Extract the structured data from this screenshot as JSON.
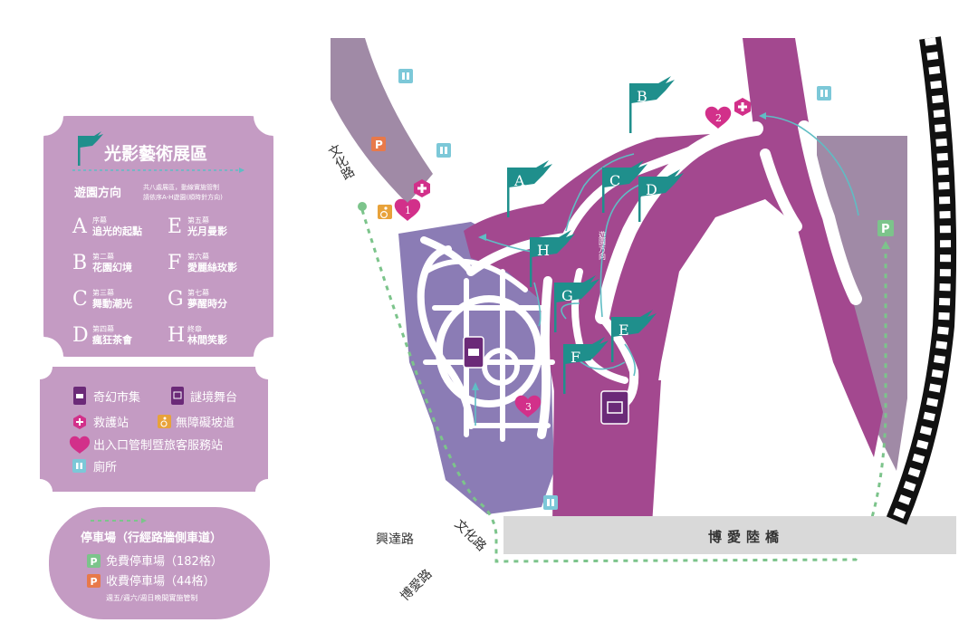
{
  "colors": {
    "legend_bg": "#c49bc3",
    "park_magenta": "#a3488f",
    "park_violet": "#8b7cb5",
    "park_grey": "#a08aa6",
    "path": "#ffffff",
    "route": "#5fbdc4",
    "flag": "#1f8f8c",
    "marker_pink": "#d2308a",
    "market_purple": "#6b2a78",
    "parking_green": "#7cc48b",
    "parking_orange": "#e8794a",
    "accessible_orange": "#e8a23a",
    "toilet_blue": "#7cc8d8",
    "bridge_grey": "#d9d9d9",
    "rail": "#111111"
  },
  "legend": {
    "title": "光影藝術展區",
    "route_label": "遊園方向",
    "route_note_1": "共八處展區，動線實施管制",
    "route_note_2": "請依序A-H遊園(順時針方向)",
    "acts": [
      {
        "letter": "A",
        "act": "序幕",
        "name": "追光的起點"
      },
      {
        "letter": "B",
        "act": "第二幕",
        "name": "花園幻境"
      },
      {
        "letter": "C",
        "act": "第三幕",
        "name": "舞動潮光"
      },
      {
        "letter": "D",
        "act": "第四幕",
        "name": "瘋狂茶會"
      },
      {
        "letter": "E",
        "act": "第五幕",
        "name": "光月曼影"
      },
      {
        "letter": "F",
        "act": "第六幕",
        "name": "愛麗絲玫影"
      },
      {
        "letter": "G",
        "act": "第七幕",
        "name": "夢醒時分"
      },
      {
        "letter": "H",
        "act": "終章",
        "name": "林間笑影"
      }
    ],
    "facilities": {
      "market": "奇幻市集",
      "stage": "謎境舞台",
      "first_aid": "救護站",
      "accessible": "無障礙坡道",
      "service": "出入口管制暨旅客服務站",
      "toilet": "廁所"
    },
    "parking": {
      "title": "停車場（行經路牆側車道）",
      "free": "免費停車場（182格）",
      "paid": "收費停車場（44格）",
      "note": "週五/週六/週日晚間實施管制"
    }
  },
  "roads": {
    "wenhua_top": "文化路",
    "wenhua_bottom": "文化路",
    "xingda": "興達路",
    "boai": "博愛路",
    "bridge": "博愛陸橋",
    "route_vertical": "遊園方向"
  },
  "map_labels": {
    "service_1": "1",
    "service_2": "2",
    "service_3": "3",
    "parking_p": "P"
  }
}
